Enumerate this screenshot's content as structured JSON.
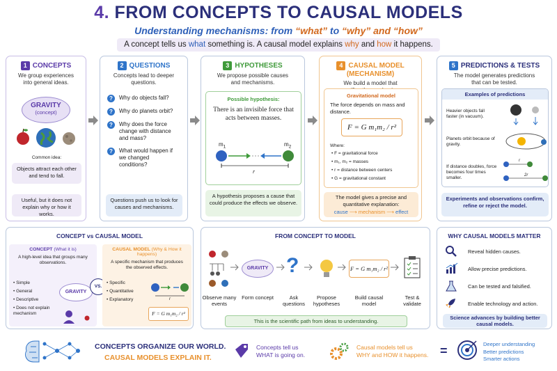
{
  "header": {
    "number": "4.",
    "title": "FROM CONCEPTS TO CAUSAL MODELS",
    "subtitle_pre": "Understanding mechanisms: from ",
    "q_what": "“what”",
    "sub_mid": " to ",
    "q_why": "“why” and “how”",
    "tag_a": "A concept tells us ",
    "tag_what": "what",
    "tag_b": " something is. A causal model explains ",
    "tag_why": "why",
    "tag_and": " and ",
    "tag_how": "how",
    "tag_c": " it happens."
  },
  "colors": {
    "purple": "#5a3aa8",
    "blue": "#2f74c9",
    "green": "#3f9a3a",
    "orange": "#e8902c",
    "navy": "#2b2f7a"
  },
  "concepts": {
    "badge": "1",
    "title": "CONCEPTS",
    "desc": "We group experiences into general ideas.",
    "gravity": "GRAVITY",
    "gravity_sub": "(concept)",
    "common_label": "Common idea:",
    "common_text": "Objects attract each other and tend to fall.",
    "limit": "Useful, but it does not explain why or how it works."
  },
  "questions": {
    "badge": "2",
    "title": "QUESTIONS",
    "desc": "Concepts lead to deeper questions.",
    "items": [
      "Why do objects fall?",
      "Why do planets orbit?",
      "Why does the force change with distance and mass?",
      "What would happen if we changed conditions?"
    ],
    "note": "Questions push us to look for causes and mechanisms."
  },
  "hypotheses": {
    "badge": "3",
    "title": "HYPOTHESES",
    "desc": "We propose possible causes and mechanisms.",
    "box_title": "Possible hypothesis:",
    "box_text": "There is an invisible force that acts between masses.",
    "m1": "m",
    "m1_sub": "1",
    "m2": "m",
    "m2_sub": "2",
    "r": "r",
    "note": "A hypothesis proposes a cause that could produce the effects we observe."
  },
  "causal": {
    "badge": "4",
    "title": "CAUSAL MODEL",
    "title2": "(MECHANISM)",
    "desc": "We build a model that specifies the mechanism.",
    "box_title": "Gravitational model",
    "box_text": "The force depends on mass and distance.",
    "formula": "F = G m₁m₂ / r²",
    "where": "Where:",
    "defs": [
      "F = gravitational force",
      "m₁, m₂ = masses",
      "r = distance between centers",
      "G = gravitational constant"
    ],
    "note": "The model gives a precise and quantitative explanation:",
    "chain": [
      "cause",
      "mechanism",
      "effect"
    ]
  },
  "predictions": {
    "badge": "5",
    "title": "PREDICTIONS & TESTS",
    "desc": "The model generates predictions that can be tested.",
    "box_title": "Examples of predictions",
    "ex": [
      "Heavier objects fall faster (in vacuum).",
      "Planets orbit because of gravity.",
      "If distance doubles, force becomes four times smaller."
    ],
    "r": "r",
    "r2": "2r",
    "note": "Experiments and observations confirm, refine or reject the model."
  },
  "vs": {
    "title": "CONCEPT vs CAUSAL MODEL",
    "concept_head": "CONCEPT",
    "concept_head2": "(What it is)",
    "concept_desc": "A high-level idea that groups many observations.",
    "concept_list": [
      "Simple",
      "General",
      "Descriptive",
      "Does not explain mechanism"
    ],
    "vs": "VS.",
    "gravity": "GRAVITY",
    "causal_head": "CAUSAL MODEL",
    "causal_head2": "(Why & How it happens)",
    "causal_desc": "A specific mechanism that produces the observed effects.",
    "causal_list": [
      "Specific",
      "Quantitative",
      "Explanatory"
    ],
    "r": "r",
    "formula": "F = G m₁m₂ / r²"
  },
  "flow": {
    "title": "FROM CONCEPT TO MODEL",
    "gravity": "GRAVITY",
    "steps": [
      "Observe many events",
      "Form concept",
      "Ask questions",
      "Propose hypotheses",
      "Build causal model",
      "Test & validate"
    ],
    "formula": "F = G m₁m₂ / r²",
    "note": "This is the scientific path from ideas to understanding."
  },
  "why": {
    "title": "WHY CAUSAL MODELS MATTER",
    "items": [
      "Reveal hidden causes.",
      "Allow precise predictions.",
      "Can be tested and falsified.",
      "Enable technology and action."
    ],
    "note": "Science advances by building better causal models."
  },
  "footer": {
    "line1": "CONCEPTS ORGANIZE OUR WORLD.",
    "line2": "CAUSAL MODELS EXPLAIN IT.",
    "c1": "Concepts tell us",
    "c2": "WHAT is going on.",
    "m1": "Causal models tell us",
    "m2": "WHY and HOW it happens.",
    "eq": "=",
    "r1": "Deeper understanding",
    "r2": "Better predictions",
    "r3": "Smarter actions"
  }
}
